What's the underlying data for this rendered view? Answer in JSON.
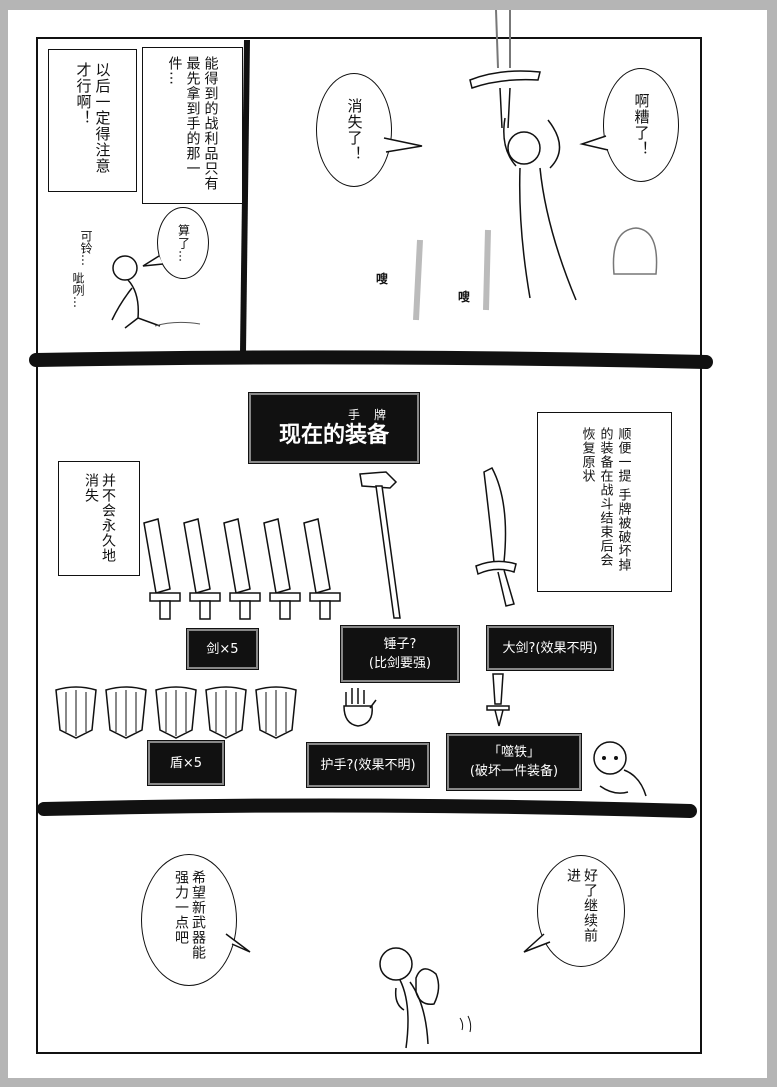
{
  "panel1": {
    "caption_a": "以后一定得注意才行啊！",
    "caption_b": "能得到的战利品只有最先拿到手的那一件…",
    "bubble_sigh": "算了…",
    "sfx_kalin": "可铃…",
    "sfx_cilie": "呲咧…"
  },
  "panel2": {
    "bubble_vanish": "消失了！",
    "bubble_oops": "啊糟了！",
    "sfx_sou1": "嗖",
    "sfx_sou2": "嗖"
  },
  "panel3": {
    "title_small": "手牌",
    "title": "现在的装备",
    "note_vanish": "并不会永久地消失",
    "note_restore": "顺便一提 手牌被破坏掉的装备在战斗结束后会恢复原状",
    "labels": {
      "swords": "剑×5",
      "hammer_l1": "锤子?",
      "hammer_l2": "(比剑要强)",
      "greatsword": "大剑?(效果不明)",
      "shields": "盾×5",
      "gauntlet": "护手?(效果不明)",
      "bite_l1": "「噬铁」",
      "bite_l2": "(破坏一件装备)"
    }
  },
  "panel4": {
    "bubble_hope": "希望新武器能强力一点吧",
    "bubble_go": "好了继续前进"
  }
}
